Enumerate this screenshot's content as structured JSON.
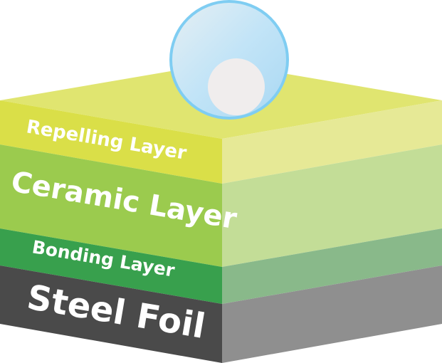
{
  "diagram": {
    "layers": [
      {
        "label": "Repelling Layer",
        "front_color": "#dadf48",
        "side_color": "#e6e996"
      },
      {
        "label": "Ceramic Layer",
        "front_color": "#9bcb4e",
        "side_color": "#c3dd97"
      },
      {
        "label": "Bonding Layer",
        "front_color": "#38a04d",
        "side_color": "#89b98a"
      },
      {
        "label": "Steel Foil",
        "front_color": "#4a4a4a",
        "side_color": "#8f8f8f"
      }
    ],
    "top_color": "#e0e570",
    "droplet_color": "#bde3f7"
  }
}
